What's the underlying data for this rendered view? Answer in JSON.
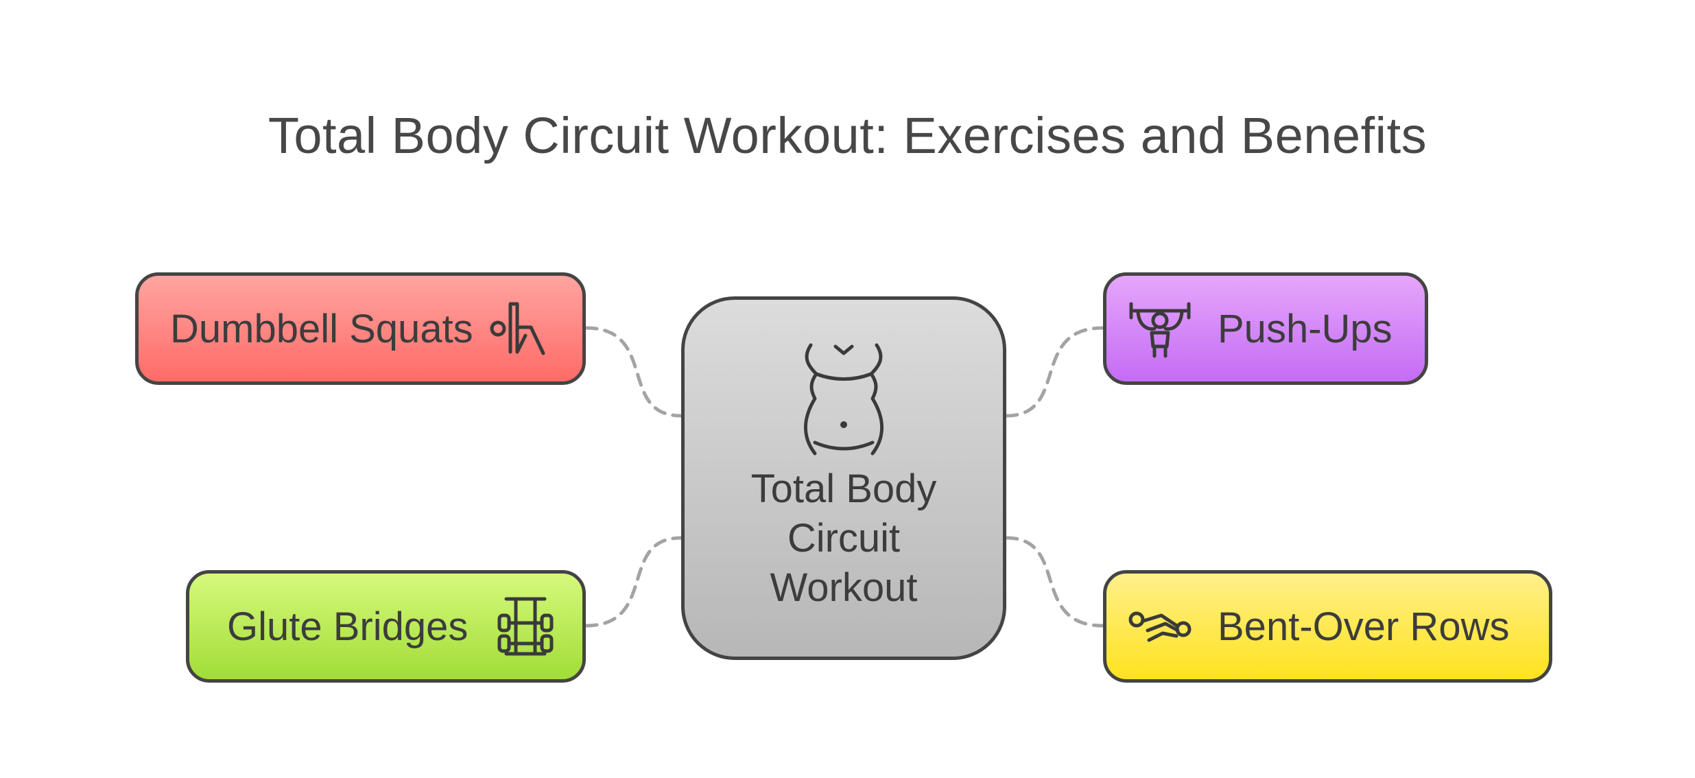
{
  "title": "Total Body Circuit Workout: Exercises and Benefits",
  "center": {
    "label": "Total Body Circuit Workout",
    "icon": "waist-torso-icon",
    "color": "#c9c9c9"
  },
  "nodes": [
    {
      "id": "squats",
      "label": "Dumbbell Squats",
      "icon": "squat-figure-icon",
      "color": "#ff8a86"
    },
    {
      "id": "glute",
      "label": "Glute Bridges",
      "icon": "barbell-rack-icon",
      "color": "#b8ea55"
    },
    {
      "id": "pushups",
      "label": "Push-Ups",
      "icon": "weightlifter-icon",
      "color": "#d58af8"
    },
    {
      "id": "rows",
      "label": "Bent-Over Rows",
      "icon": "lying-figure-icon",
      "color": "#fff052"
    }
  ],
  "connector_color": "#a3a3a3"
}
